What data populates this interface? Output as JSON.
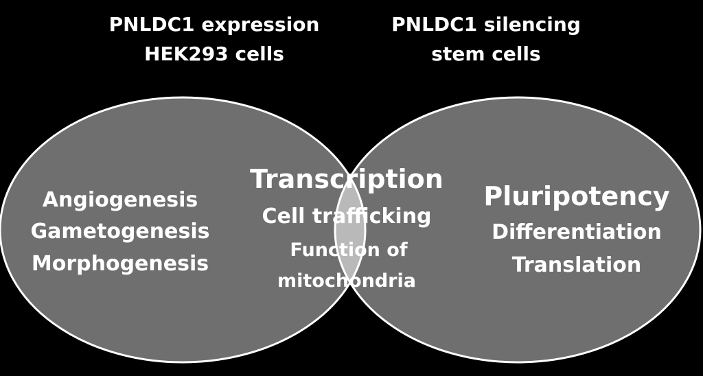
{
  "colors": {
    "background": "#000000",
    "set_fill": "#6f6f6f",
    "overlap_fill": "#b9b9b9",
    "outline": "#ffffff",
    "text": "#ffffff"
  },
  "left_set": {
    "header": [
      "PNLDC1 expression",
      "HEK293 cells"
    ],
    "items": [
      "Angiogenesis",
      "Gametogenesis",
      "Morphogenesis"
    ]
  },
  "right_set": {
    "header": [
      "PNLDC1 silencing",
      "stem cells"
    ],
    "items": [
      "Pluripotency",
      "Differentiation",
      "Translation"
    ]
  },
  "overlap": {
    "items": [
      "Transcription",
      "Cell trafficking",
      "Function of",
      "mitochondria"
    ]
  }
}
